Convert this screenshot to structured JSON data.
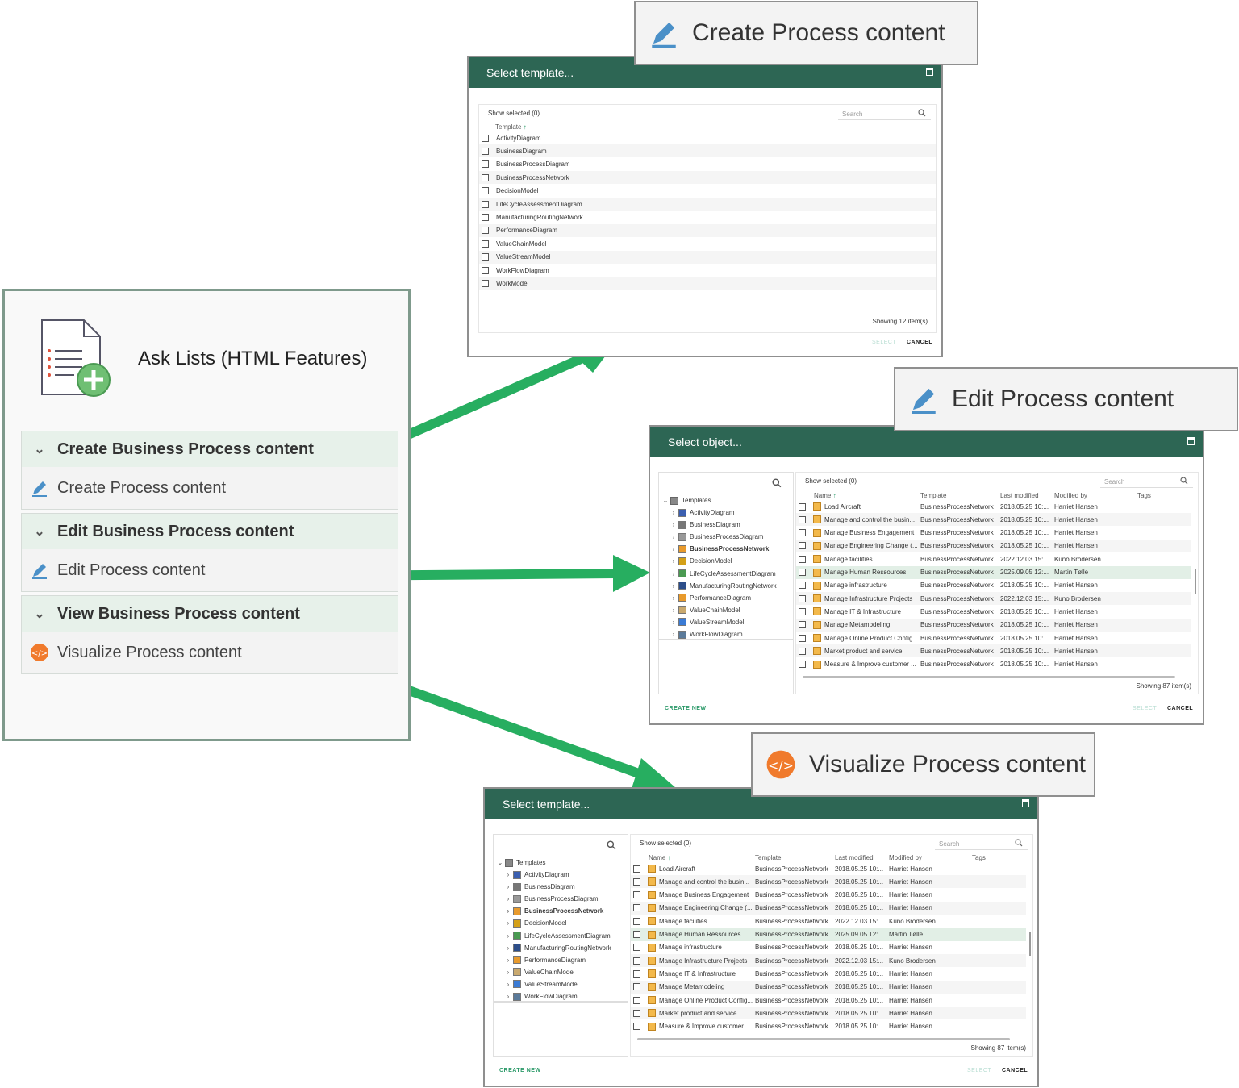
{
  "asklist": {
    "title": "Ask Lists (HTML Features)",
    "sections": [
      {
        "header": "Create Business Process content",
        "item": "Create Process content"
      },
      {
        "header": "Edit Business Process content",
        "item": "Edit Process content"
      },
      {
        "header": "View Business Process content",
        "item": "Visualize Process content"
      }
    ]
  },
  "callouts": {
    "create": "Create Process content",
    "edit": "Edit Process content",
    "visualize": "Visualize Process content"
  },
  "dialog1": {
    "title": "Select template...",
    "show_selected": "Show selected (0)",
    "search_placeholder": "Search",
    "column": "Template",
    "sort_arrow": "↑",
    "templates": [
      "ActivityDiagram",
      "BusinessDiagram",
      "BusinessProcessDiagram",
      "BusinessProcessNetwork",
      "DecisionModel",
      "LifeCycleAssessmentDiagram",
      "ManufacturingRoutingNetwork",
      "PerformanceDiagram",
      "ValueChainModel",
      "ValueStreamModel",
      "WorkFlowDiagram",
      "WorkModel"
    ],
    "showing": "Showing 12 item(s)",
    "select": "SELECT",
    "cancel": "CANCEL"
  },
  "objdialog": {
    "title_edit": "Select object...",
    "title_visualize": "Select template...",
    "show_selected": "Show selected (0)",
    "search_placeholder": "Search",
    "tree_root": "Templates",
    "tree": [
      "ActivityDiagram",
      "BusinessDiagram",
      "BusinessProcessDiagram",
      "BusinessProcessNetwork",
      "DecisionModel",
      "LifeCycleAssessmentDiagram",
      "ManufacturingRoutingNetwork",
      "PerformanceDiagram",
      "ValueChainModel",
      "ValueStreamModel",
      "WorkFlowDiagram"
    ],
    "tree_selected": "BusinessProcessNetwork",
    "columns": [
      "Name",
      "Template",
      "Last modified",
      "Modified by",
      "Tags"
    ],
    "sort_arrow": "↑",
    "rows": [
      [
        "Load Aircraft",
        "BusinessProcessNetwork",
        "2018.05.25 10:...",
        "Harriet Hansen"
      ],
      [
        "Manage and control the busin...",
        "BusinessProcessNetwork",
        "2018.05.25 10:...",
        "Harriet Hansen"
      ],
      [
        "Manage Business Engagement",
        "BusinessProcessNetwork",
        "2018.05.25 10:...",
        "Harriet Hansen"
      ],
      [
        "Manage Engineering Change (...",
        "BusinessProcessNetwork",
        "2018.05.25 10:...",
        "Harriet Hansen"
      ],
      [
        "Manage facilities",
        "BusinessProcessNetwork",
        "2022.12.03 15:...",
        "Kuno Brodersen"
      ],
      [
        "Manage Human Ressources",
        "BusinessProcessNetwork",
        "2025.09.05 12:...",
        "Martin Tølle"
      ],
      [
        "Manage infrastructure",
        "BusinessProcessNetwork",
        "2018.05.25 10:...",
        "Harriet Hansen"
      ],
      [
        "Manage Infrastructure Projects",
        "BusinessProcessNetwork",
        "2022.12.03 15:...",
        "Kuno Brodersen"
      ],
      [
        "Manage IT & Infrastructure",
        "BusinessProcessNetwork",
        "2018.05.25 10:...",
        "Harriet Hansen"
      ],
      [
        "Manage Metamodeling",
        "BusinessProcessNetwork",
        "2018.05.25 10:...",
        "Harriet Hansen"
      ],
      [
        "Manage Online Product Config...",
        "BusinessProcessNetwork",
        "2018.05.25 10:...",
        "Harriet Hansen"
      ],
      [
        "Market product and service",
        "BusinessProcessNetwork",
        "2018.05.25 10:...",
        "Harriet Hansen"
      ],
      [
        "Measure & Improve customer ...",
        "BusinessProcessNetwork",
        "2018.05.25 10:...",
        "Harriet Hansen"
      ]
    ],
    "selected_row": 5,
    "showing": "Showing 87 item(s)",
    "create_new": "CREATE NEW",
    "select": "SELECT",
    "cancel": "CANCEL"
  },
  "colors": {
    "header_green": "#2d6654",
    "arrow_green": "#27ae60",
    "section_header_bg": "#e7f1ea",
    "selected_row": "#e2efe6"
  },
  "icons": {
    "asklist": "document-add-icon",
    "create": "pencil-icon",
    "edit": "pencil-icon",
    "visualize": "code-icon"
  }
}
